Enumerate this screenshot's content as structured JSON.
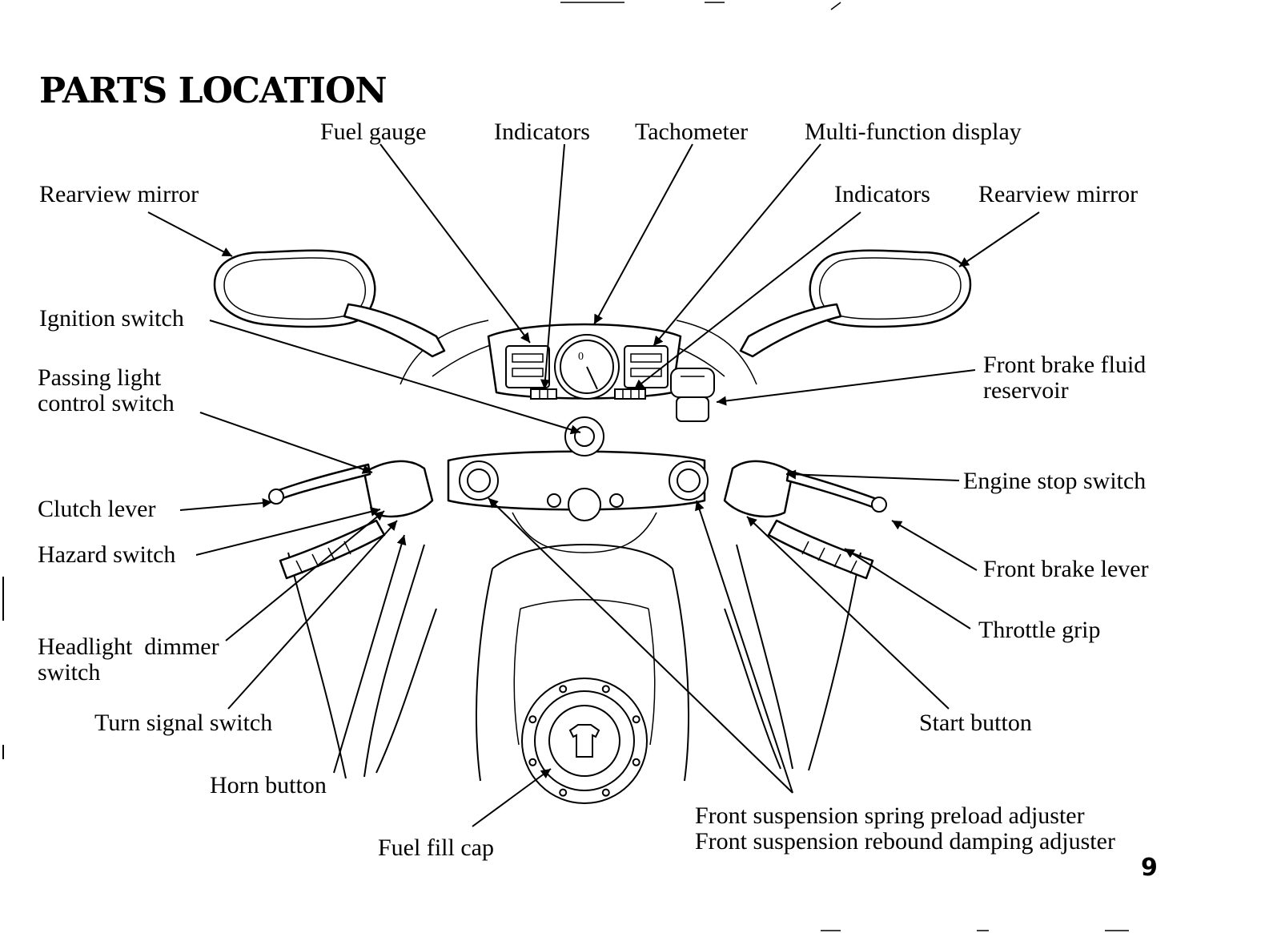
{
  "page": {
    "title": "PARTS LOCATION",
    "number": "9"
  },
  "labels": {
    "fuel_gauge": "Fuel gauge",
    "indicators_top": "Indicators",
    "tachometer": "Tachometer",
    "multi_function_display": "Multi-function display",
    "rearview_mirror_left": "Rearview mirror",
    "indicators_right": "Indicators",
    "rearview_mirror_right": "Rearview mirror",
    "ignition_switch": "Ignition switch",
    "passing_light_1": "Passing light",
    "passing_light_2": "control switch",
    "front_brake_fluid_1": "Front brake fluid",
    "front_brake_fluid_2": "reservoir",
    "engine_stop_switch": "Engine stop switch",
    "clutch_lever": "Clutch lever",
    "hazard_switch": "Hazard switch",
    "front_brake_lever": "Front brake lever",
    "throttle_grip": "Throttle grip",
    "headlight_dimmer_1": "Headlight  dimmer",
    "headlight_dimmer_2": "switch",
    "turn_signal_switch": "Turn signal switch",
    "start_button": "Start button",
    "horn_button": "Horn button",
    "fuel_fill_cap": "Fuel fill cap",
    "spring_preload": "Front suspension spring preload adjuster",
    "rebound_damping": "Front suspension rebound damping adjuster"
  }
}
